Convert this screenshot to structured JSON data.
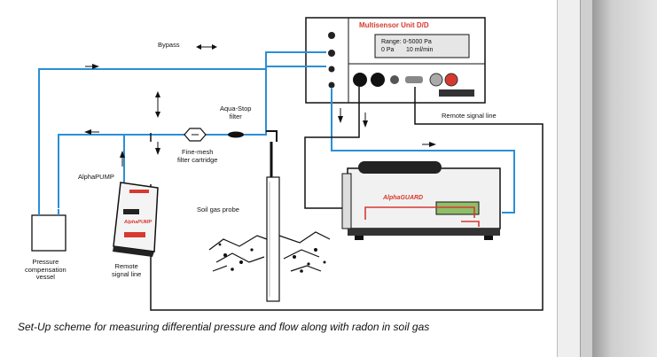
{
  "diagram": {
    "caption": "Set-Up scheme for measuring differential pressure and flow along with radon in soil gas",
    "multisensor": {
      "title": "Multisensor Unit D/D",
      "display_line1": "Range: 0-5000 Pa",
      "display_line2": "0 Pa       10 ml/min"
    },
    "labels": {
      "bypass": "Bypass",
      "aquastop": "Aqua-Stop\nfilter",
      "fine_mesh": "Fine-mesh\nfilter cartridge",
      "remote_signal_right": "Remote signal line",
      "alphapump": "AlphaPUMP",
      "soil_gas_probe": "Soil gas probe",
      "pressure_vessel": "Pressure\ncompensation\nvessel",
      "remote_signal_bottom": "Remote\nsignal line",
      "alphaguard_brand": "AlphaGUARD",
      "pump_brand": "AlphaPUMP"
    }
  },
  "colors": {
    "tube": "#2b8fd6",
    "signal": "#111111",
    "accent": "#d63a2f"
  }
}
